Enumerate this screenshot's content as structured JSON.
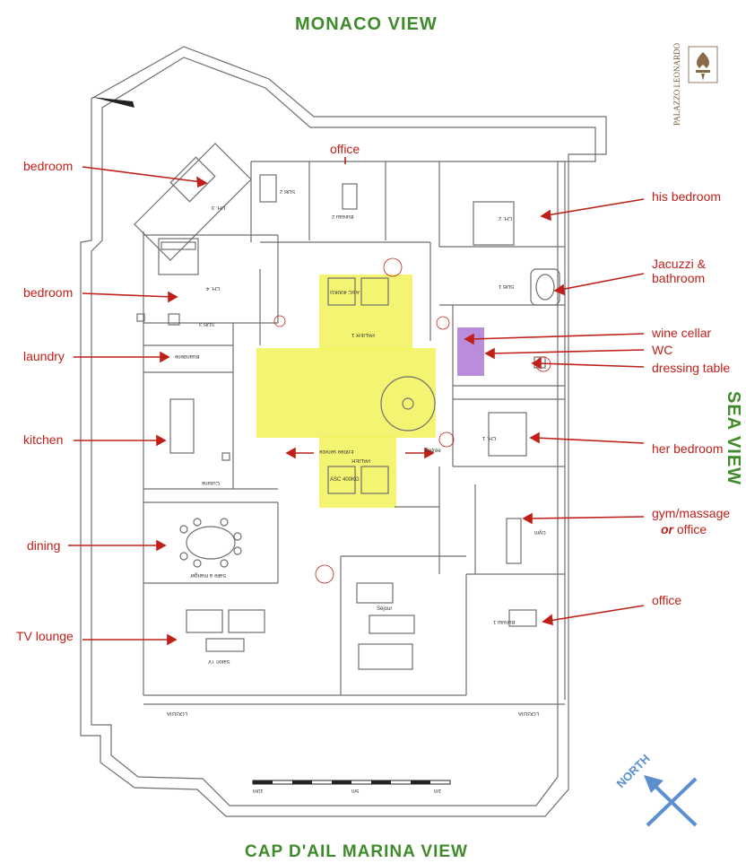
{
  "titles": {
    "top": "MONACO VIEW",
    "bottom": "CAP D'AIL MARINA VIEW",
    "right": "SEA VIEW",
    "compass": "NORTH"
  },
  "logo": {
    "name": "PALAZZO LEONARDO"
  },
  "labels": {
    "office_top": "office",
    "bedroom_1": "bedroom",
    "bedroom_2": "bedroom",
    "laundry": "laundry",
    "kitchen": "kitchen",
    "dining": "dining",
    "tv_lounge": "TV lounge",
    "his_bedroom": "his bedroom",
    "jacuzzi_line1": "Jacuzzi  &",
    "jacuzzi_line2": "bathroom",
    "wine_cellar": "wine cellar",
    "wc": "WC",
    "dressing_table": "dressing table",
    "her_bedroom": "her bedroom",
    "gym_line1": "gym/massage",
    "gym_or": "or",
    "gym_office": "office",
    "office_right": "office"
  },
  "plan_labels": {
    "ch3": "CH. 3",
    "ch4": "CH. 4",
    "ch2": "CH. 2",
    "ch1": "CH. 1",
    "sdb1": "SDB 1",
    "sdb2": "SDB 2",
    "sdb3": "SDB 3",
    "bureau2": "Bureau 2",
    "bureau1": "Bureau 1",
    "buanderie": "Buanderie",
    "cuisine": "Cuisine",
    "salle_manger": "Salle à manger",
    "salon_tv": "Salon TV",
    "sejour": "Séjour",
    "palier1": "PALIER 1",
    "palier2": "PALIER",
    "entree_service": "Entrée service",
    "entree": "Entrée",
    "loggia_left": "LOGGIA",
    "loggia_right": "LOGGIA",
    "gym": "Gym",
    "asc1": "ASC 400KG",
    "asc2": "ASC 400KG",
    "scale_5m": "5m",
    "scale_1m": "1m",
    "scale_10m": "10m"
  },
  "colors": {
    "label_red": "#c0201a",
    "title_green": "#3f8a2a",
    "core_yellow": "#f2f25a",
    "wine_purple": "#b98ddc",
    "compass_blue": "#5b8fd0",
    "wall": "#6f6f6f"
  }
}
